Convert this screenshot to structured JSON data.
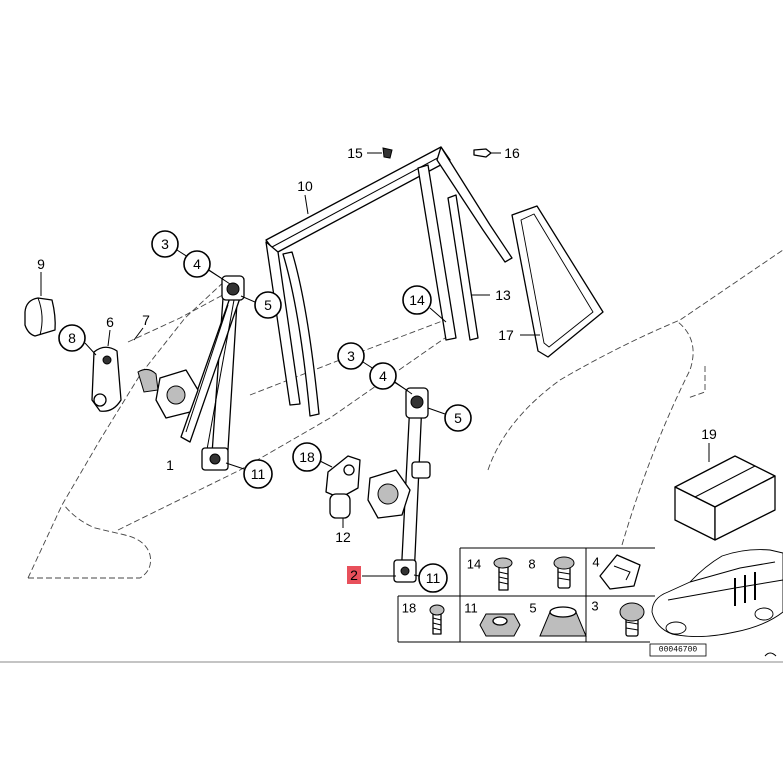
{
  "diagram": {
    "callouts": [
      "15",
      "16",
      "10",
      "3",
      "4",
      "5",
      "9",
      "6",
      "7",
      "8",
      "1",
      "11",
      "14",
      "13",
      "17",
      "3",
      "4",
      "5",
      "18",
      "12",
      "2",
      "11",
      "19"
    ],
    "parts_table": [
      "14",
      "8",
      "4",
      "18",
      "11",
      "5",
      "3"
    ],
    "reference_code": "00046700"
  },
  "colors": {
    "highlight": "#e8505b",
    "line": "#000000"
  }
}
